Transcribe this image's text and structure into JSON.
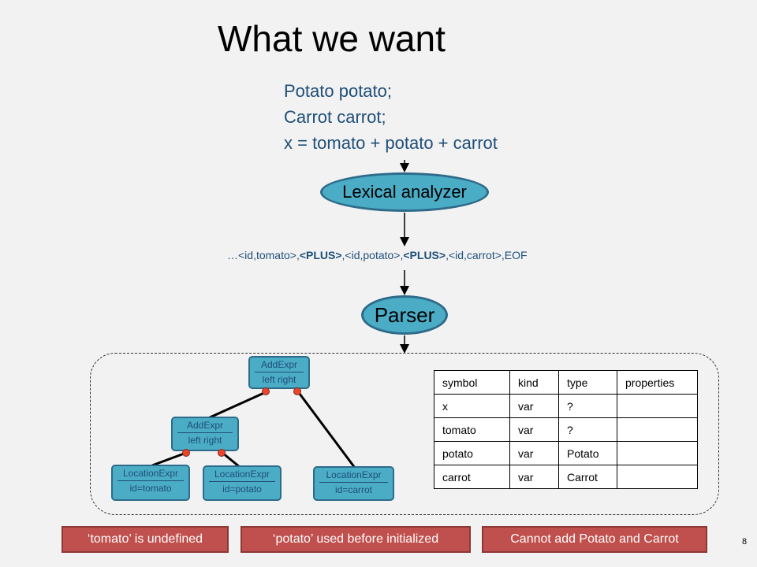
{
  "title": "What we want",
  "code_lines": [
    "Potato potato;",
    "Carrot carrot;",
    "x = tomato + potato + carrot"
  ],
  "lexer_label": "Lexical analyzer",
  "tokens": {
    "p1": "…<id,tomato>,",
    "plus1": "<PLUS>",
    "p2": ",<id,potato>,",
    "plus2": "<PLUS>",
    "p3": ",<id,carrot>,EOF"
  },
  "parser_label": "Parser",
  "ast": {
    "root": {
      "title": "AddExpr",
      "fields": "left  right"
    },
    "inner": {
      "title": "AddExpr",
      "fields": "left  right"
    },
    "loc_tomato": {
      "title": "LocationExpr",
      "fields": "id=tomato"
    },
    "loc_potato": {
      "title": "LocationExpr",
      "fields": "id=potato"
    },
    "loc_carrot": {
      "title": "LocationExpr",
      "fields": "id=carrot"
    }
  },
  "symbol_table": {
    "headers": [
      "symbol",
      "kind",
      "type",
      "properties"
    ],
    "rows": [
      [
        "x",
        "var",
        "?",
        ""
      ],
      [
        "tomato",
        "var",
        "?",
        ""
      ],
      [
        "potato",
        "var",
        "Potato",
        ""
      ],
      [
        "carrot",
        "var",
        "Carrot",
        ""
      ]
    ]
  },
  "errors": [
    "‘tomato’ is undefined",
    "‘potato’ used before initialized",
    "Cannot add Potato and Carrot"
  ],
  "page_number": "8",
  "colors": {
    "node_fill": "#4bacc6",
    "node_text": "#1f4e79",
    "error_fill": "#c0504d",
    "dot": "#e8452c"
  }
}
